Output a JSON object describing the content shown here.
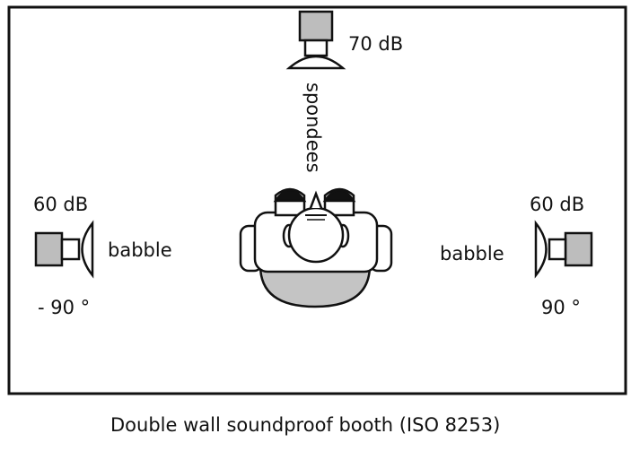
{
  "speakers": {
    "front": {
      "level": "70 dB",
      "signal": "spondees"
    },
    "left": {
      "level": "60 dB",
      "signal": "babble",
      "angle": "- 90 °"
    },
    "right": {
      "level": "60 dB",
      "signal": "babble",
      "angle": "90 °"
    }
  },
  "caption": "Double wall soundproof booth (ISO 8253)",
  "colors": {
    "line": "#111111",
    "speaker_fill": "#bdbdbd",
    "cushion_fill": "#c4c4c4",
    "background": "#ffffff"
  }
}
